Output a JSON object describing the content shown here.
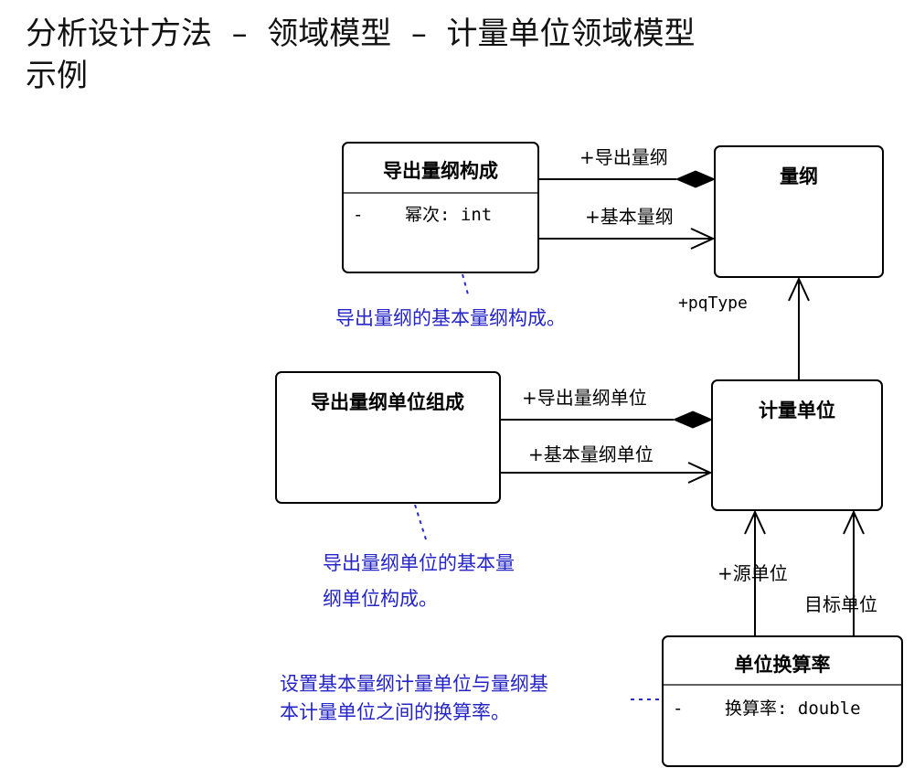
{
  "title": {
    "line1": "分析设计方法  –  领域模型  –  计量单位领域模型",
    "line2": "示例"
  },
  "classes": {
    "derived_dimension_composition": {
      "name": "导出量纲构成",
      "attr_visibility": "-",
      "attr": "幂次: int"
    },
    "dimension": {
      "name": "量纲"
    },
    "derived_unit_composition": {
      "name": "导出量纲单位组成"
    },
    "unit": {
      "name": "计量单位"
    },
    "unit_conversion": {
      "name": "单位换算率",
      "attr_visibility": "-",
      "attr": "换算率: double"
    }
  },
  "associations": {
    "derived_dimension": "+导出量纲",
    "base_dimension": "+基本量纲",
    "pq_type": "+pqType",
    "derived_dimension_unit": "+导出量纲单位",
    "base_dimension_unit": "+基本量纲单位",
    "source_unit": "+源单位",
    "target_unit": "目标单位"
  },
  "notes": {
    "note1": "导出量纲的基本量纲构成。",
    "note2_line1": "导出量纲单位的基本量",
    "note2_line2": "纲单位构成。",
    "note3_line1": "设置基本量纲计量单位与量纲基",
    "note3_line2": "本计量单位之间的换算率。"
  },
  "colors": {
    "lines": "#000000",
    "notes": "#2424c8",
    "title": "#111111"
  }
}
